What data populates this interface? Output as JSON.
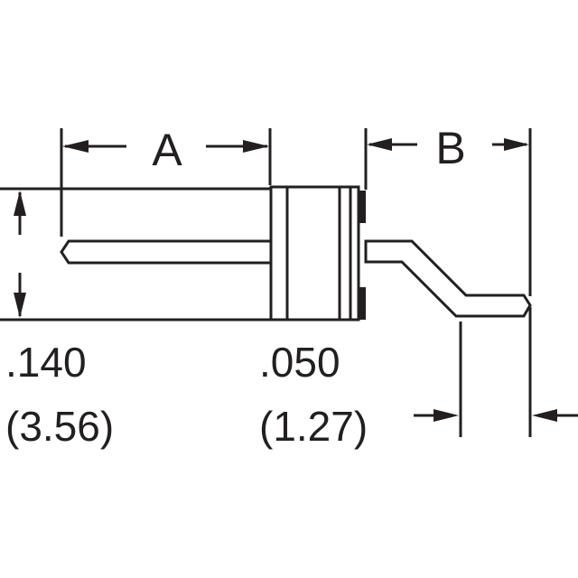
{
  "labels": {
    "dim_a": "A",
    "dim_b": "B",
    "height_in": ".140",
    "height_mm": "(3.56)",
    "offset_in": ".050",
    "offset_mm": "(1.27)"
  },
  "colors": {
    "line": "#231f20",
    "body_fill": "#ffffff",
    "tab_fill": "#231f20"
  }
}
